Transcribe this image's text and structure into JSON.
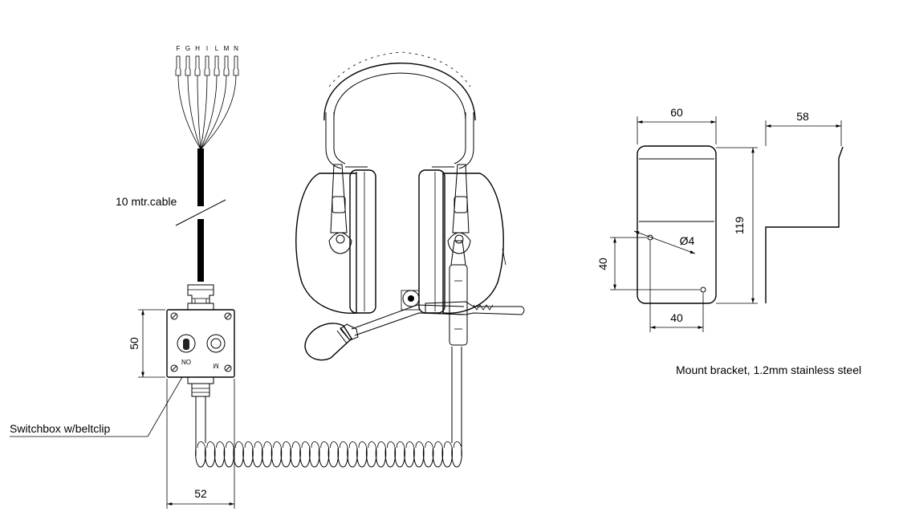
{
  "wire_letters": [
    "F",
    "G",
    "H",
    "I",
    "L",
    "M",
    "N"
  ],
  "labels": {
    "cable": "10 mtr.cable",
    "switchbox": "Switchbox w/beltclip",
    "switch_no": "NO",
    "switch_m": "M",
    "bracket_note": "Mount bracket, 1.2mm stainless steel",
    "hole": "Ø4"
  },
  "dimensions": {
    "box_height": "50",
    "box_width": "52",
    "bracket_width": "60",
    "bracket_depth": "58",
    "bracket_height": "119",
    "hole_vertical": "40",
    "hole_horizontal": "40"
  }
}
